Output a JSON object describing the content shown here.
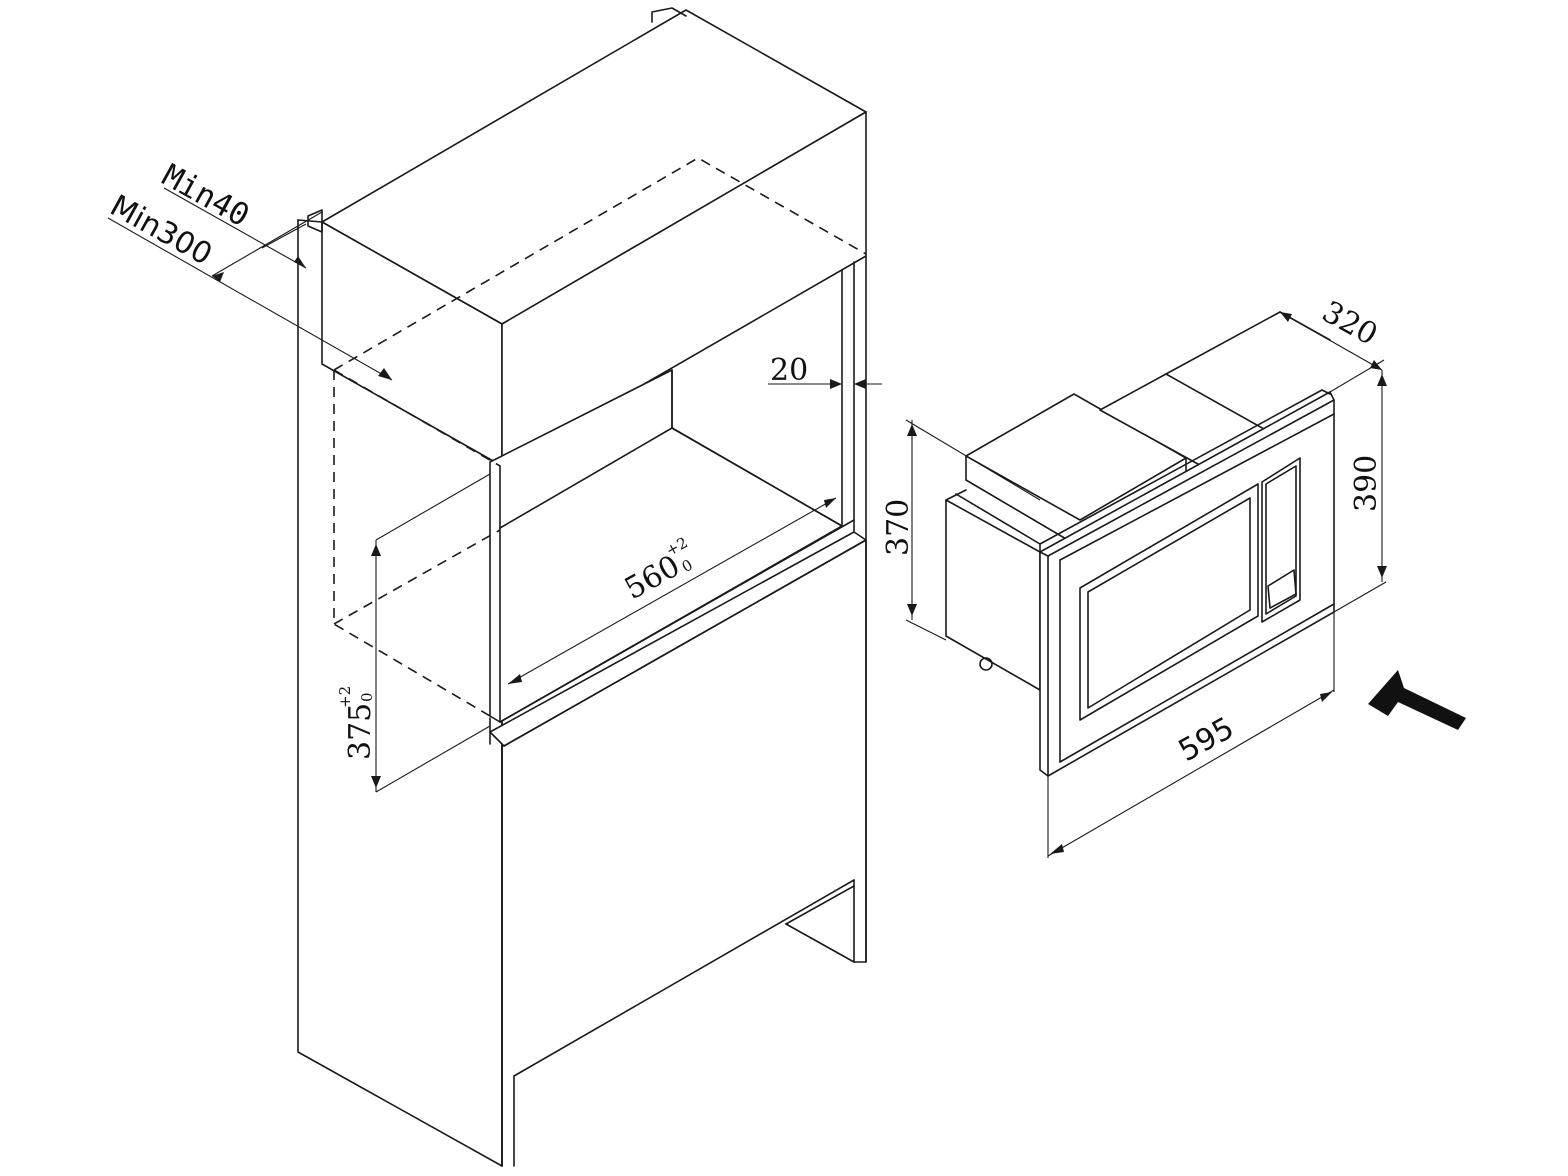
{
  "cabinet": {
    "dims": {
      "min_top_gap": "Min40",
      "min_depth": "Min300",
      "side_gap": "20",
      "width_main": "560",
      "width_tol_upper": "+2",
      "width_tol_lower": "0",
      "height_main": "375",
      "height_tol_upper": "+2",
      "height_tol_lower": "0"
    }
  },
  "appliance": {
    "dims": {
      "depth": "320",
      "frame_height": "390",
      "body_height": "370",
      "frame_width": "595"
    }
  },
  "insertion_arrow": {
    "icon": "insert-direction-arrow-icon"
  }
}
